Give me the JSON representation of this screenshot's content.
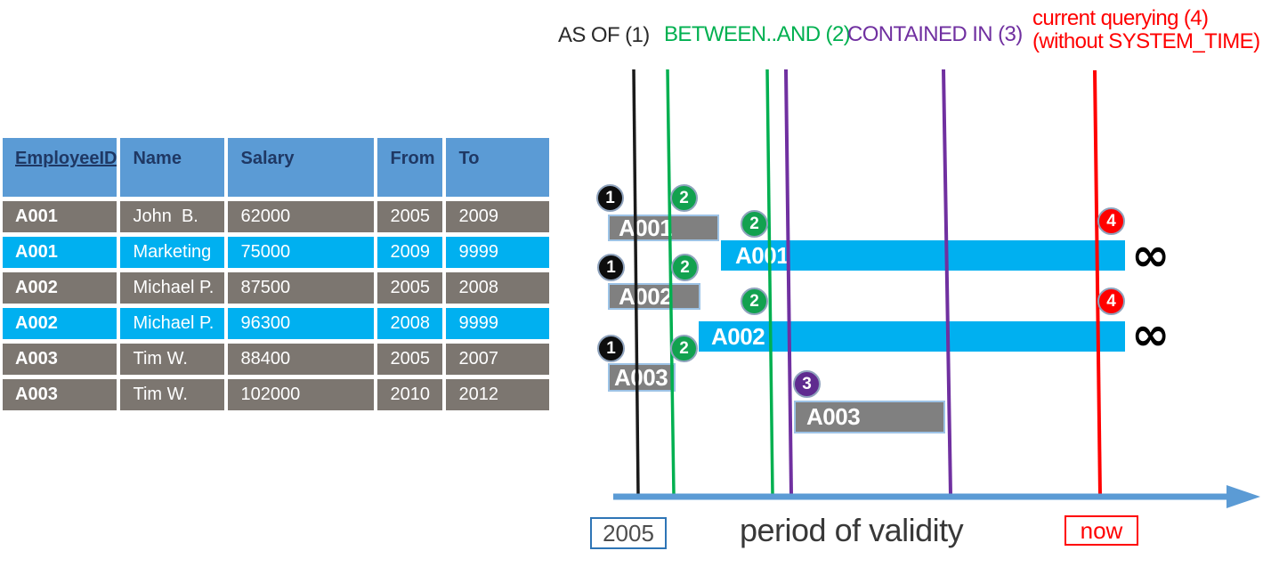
{
  "employee_table": {
    "columns": [
      "EmployeeID",
      "Name",
      "Salary",
      "From",
      "To"
    ],
    "rows": [
      {
        "current": false,
        "cells": [
          "A001",
          "John  B.",
          "62000",
          "2005",
          "2009"
        ]
      },
      {
        "current": true,
        "cells": [
          "A001",
          "Marketing",
          "75000",
          "2009",
          "9999"
        ]
      },
      {
        "current": false,
        "cells": [
          "A002",
          "Michael P.",
          "87500",
          "2005",
          "2008"
        ]
      },
      {
        "current": true,
        "cells": [
          "A002",
          "Michael P.",
          "96300",
          "2008",
          "9999"
        ]
      },
      {
        "current": false,
        "cells": [
          "A003",
          "Tim W.",
          "88400",
          "2005",
          "2007"
        ]
      },
      {
        "current": false,
        "cells": [
          "A003",
          "Tim W.",
          "102000",
          "2010",
          "2012"
        ]
      }
    ]
  },
  "legend": {
    "as_of": "AS OF (1)",
    "between_and": "BETWEEN..AND (2)",
    "contained_in": "CONTAINED IN (3)",
    "current_line1": "current querying (4)",
    "current_line2": "(without SYSTEM_TIME)"
  },
  "timeline": {
    "bars": [
      {
        "label": "A001",
        "current": false
      },
      {
        "label": "A001",
        "current": true
      },
      {
        "label": "A002",
        "current": false
      },
      {
        "label": "A002",
        "current": true
      },
      {
        "label": "A003",
        "current": false
      },
      {
        "label": "A003",
        "current": false
      }
    ],
    "badges": [
      {
        "number": "1",
        "kind": "black"
      },
      {
        "number": "2",
        "kind": "green"
      },
      {
        "number": "2",
        "kind": "green"
      },
      {
        "number": "1",
        "kind": "black"
      },
      {
        "number": "2",
        "kind": "green"
      },
      {
        "number": "2",
        "kind": "green"
      },
      {
        "number": "1",
        "kind": "black"
      },
      {
        "number": "2",
        "kind": "green"
      },
      {
        "number": "3",
        "kind": "purple"
      },
      {
        "number": "4",
        "kind": "red"
      },
      {
        "number": "4",
        "kind": "red"
      }
    ],
    "infinity": "∞",
    "axis_start_label": "2005",
    "axis_title": "period of validity",
    "axis_now_label": "now"
  },
  "colors": {
    "header_blue": "#5b9bd5",
    "row_gray": "#7c7670",
    "row_cyan": "#00b0f0",
    "header_text_navy": "#1f3864",
    "as_of_black": "#2b2b2b",
    "between_green": "#00b050",
    "contained_purple": "#7030a0",
    "now_red": "#ff0000",
    "axis_blue": "#5b9bd5",
    "bar_gray": "#808080",
    "bar_border_lightblue": "#9dc3e6"
  }
}
